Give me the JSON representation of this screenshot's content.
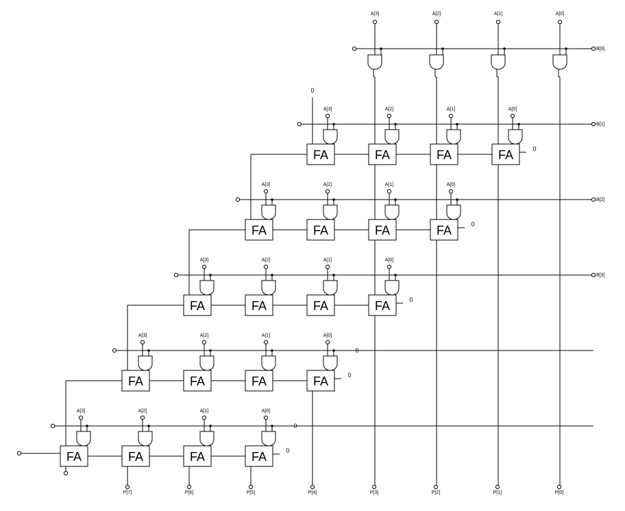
{
  "a_inputs": [
    "A[3]",
    "A[2]",
    "A[1]",
    "A[0]"
  ],
  "b_inputs": [
    "B[0]",
    "B[1]",
    "B[2]",
    "B[3]"
  ],
  "outputs": [
    "P[7]",
    "P[6]",
    "P[5]",
    "P[4]",
    "P[3]",
    "P[2]",
    "P[1]",
    "P[0]"
  ],
  "fa_label": "FA",
  "zero": "0"
}
